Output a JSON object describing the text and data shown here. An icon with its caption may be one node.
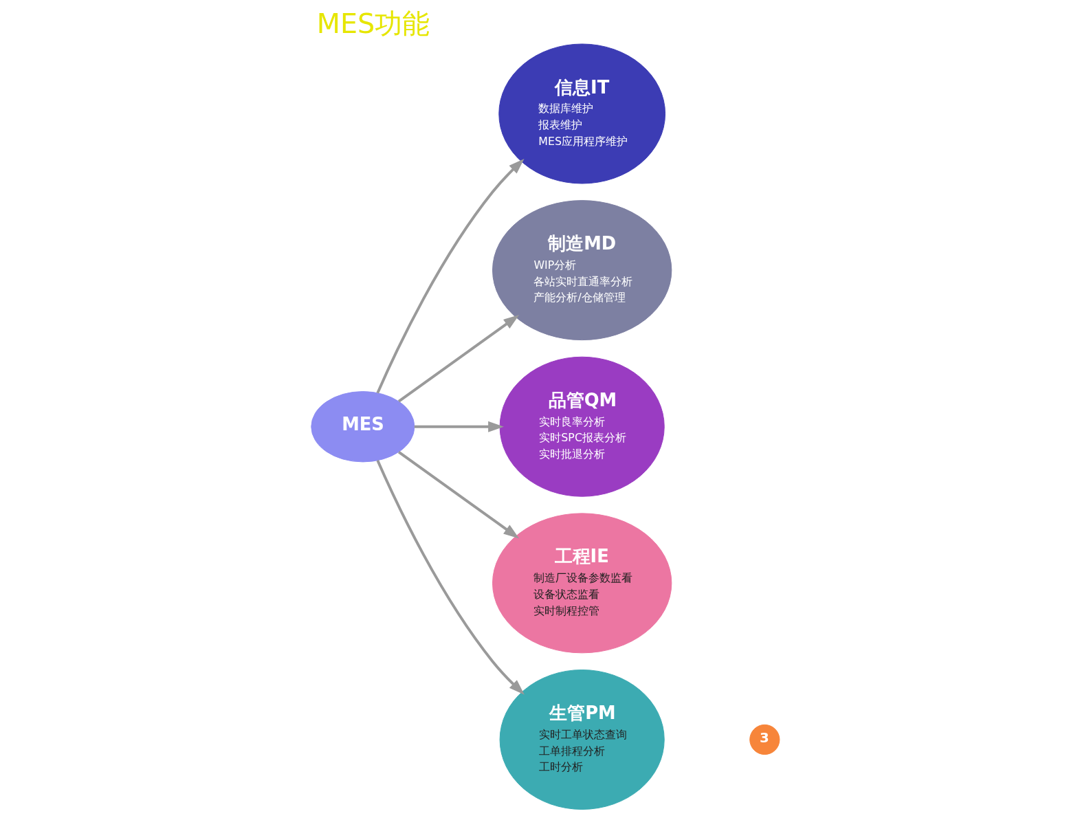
{
  "diagram": {
    "title": "MES功能",
    "nodes": [
      {
        "text": [
          "MES"
        ]
      },
      {
        "text": [
          "信息IT",
          "数据库维护",
          "报表维护",
          "MES应用程序维护"
        ]
      },
      {
        "text": [
          "制造MD",
          "WIP分析",
          "各站实时直通率分析",
          "产能分析/仓储管理"
        ]
      },
      {
        "text": [
          "品管QM",
          "实时良率分析",
          "实时SPC报表分析",
          "实时批退分析"
        ]
      },
      {
        "text": [
          "工程IE",
          "制造厂设备参数监看",
          "设备状态监看",
          "实时制程控管"
        ]
      },
      {
        "text": [
          "生管PM",
          "实时工单状态查询",
          "工单排程分析",
          "工时分析"
        ]
      }
    ],
    "edges": [
      {
        "from": 0,
        "to": 1,
        "arrow": "to"
      },
      {
        "from": 0,
        "to": 2,
        "arrow": "to"
      },
      {
        "from": 0,
        "to": 3,
        "arrow": "to"
      },
      {
        "from": 0,
        "to": 4,
        "arrow": "to"
      },
      {
        "from": 0,
        "to": 5,
        "arrow": "to"
      }
    ],
    "labels": [
      "3"
    ]
  }
}
